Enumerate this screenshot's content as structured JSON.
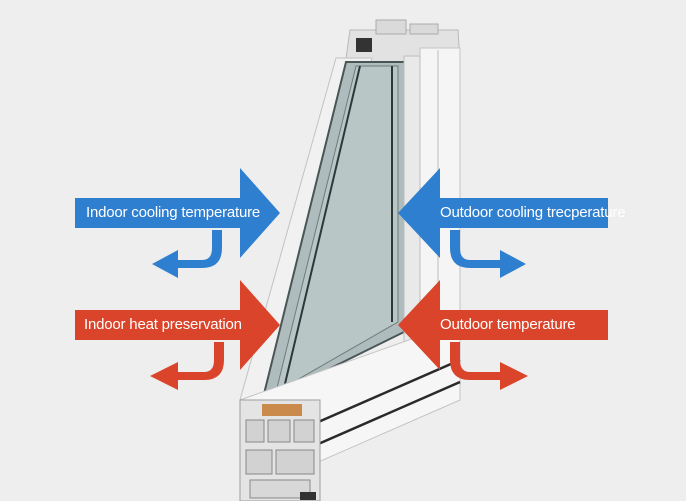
{
  "colors": {
    "cooling": "#2f7fd0",
    "heat": "#d9442b",
    "background": "#eeeeee",
    "frame": "#f4f4f4",
    "frame_shadow": "#c9c9c9",
    "glass": "#a9b8b9",
    "seal": "#1a1a1a",
    "spacer": "#c98a4b"
  },
  "labels": {
    "indoor_cooling": "Indoor cooling temperature",
    "outdoor_cooling": "Outdoor cooling trecperature",
    "indoor_heat": "Indoor heat preservation",
    "outdoor_temperature": "Outdoor temperature"
  },
  "icons": {
    "arrow_right": "arrow-right-icon",
    "arrow_left": "arrow-left-icon",
    "return_arrow": "curved-return-arrow-icon"
  }
}
